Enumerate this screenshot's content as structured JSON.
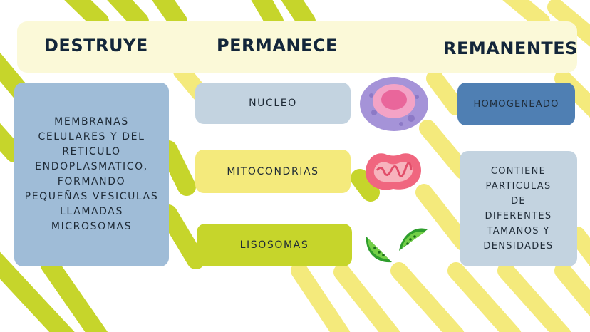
{
  "headers": {
    "destroys": "DESTRUYE",
    "remains": "PERMANECE",
    "remnants": "REMANENTES"
  },
  "destroys_text": "MEMBRANAS\nCELULARES Y DEL\nRETICULO\nENDOPLASMATICO,\nFORMANDO\nPEQUEÑAS VESICULAS\nLLAMADAS\nMICROSOMAS",
  "organelles": [
    {
      "label": "NUCLEO",
      "color": "#c3d3e0",
      "icon": "nucleus-icon"
    },
    {
      "label": "MITOCONDRIAS",
      "color": "#f4ea7c",
      "icon": "mitochondria-icon"
    },
    {
      "label": "LISOSOMAS",
      "color": "#c6d52b",
      "icon": "lysosome-icon"
    }
  ],
  "remnants": {
    "homogenate_label": "HOMOGENEADO",
    "contains_text": "CONTIENE\nPARTICULAS\nDE\nDIFERENTES\nTAMANOS Y\nDENSIDADES"
  },
  "colors": {
    "header_bg": "#fbf9d8",
    "destroys_box": "#9fbcd7",
    "homogenate_box": "#4f7fb3",
    "contains_box": "#c3d3e0",
    "stripe_green": "#c6d52b",
    "stripe_yellow": "#f4ea7c"
  }
}
